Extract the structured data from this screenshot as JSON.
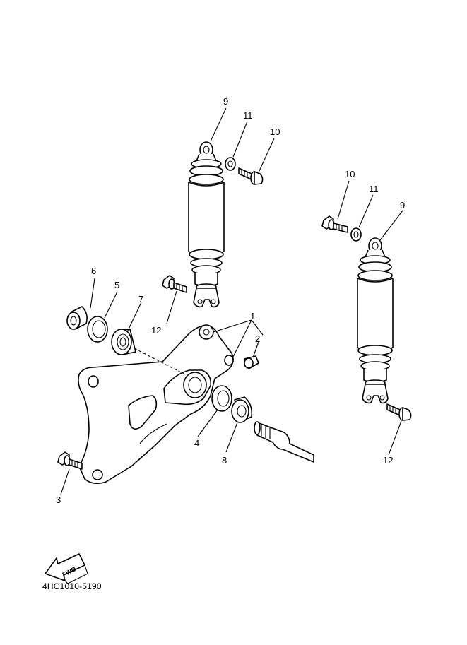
{
  "callouts": {
    "c1": "1",
    "c2": "2",
    "c3": "3",
    "c4": "4",
    "c5": "5",
    "c6": "6",
    "c7": "7",
    "c8": "8",
    "c9a": "9",
    "c9b": "9",
    "c10a": "10",
    "c10b": "10",
    "c11a": "11",
    "c11b": "11",
    "c12a": "12",
    "c12b": "12"
  },
  "fwd_label": "FWD",
  "diagram_code": "4HC1010-5190"
}
